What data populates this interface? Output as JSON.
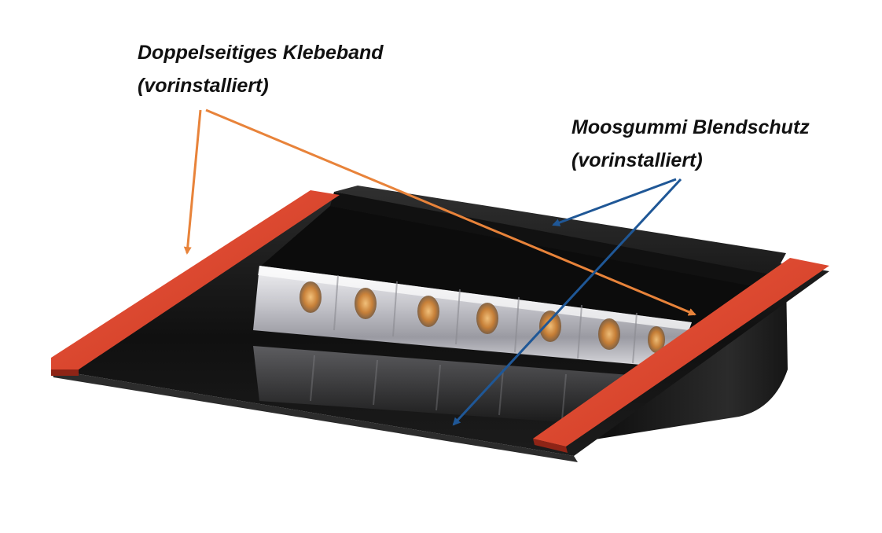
{
  "annotations": {
    "tape": {
      "line1": "Doppelseitiges Klebeband",
      "line2": "(vorinstalliert)",
      "arrow_color": "#e8833a"
    },
    "foam": {
      "line1": "Moosgummi Blendschutz",
      "line2": "(vorinstalliert)",
      "arrow_color": "#1f5796"
    }
  },
  "colors": {
    "tape_red": "#e2462f",
    "housing_black": "#141414",
    "foam_dark": "#262626",
    "led_glow": "#e8a24a"
  }
}
